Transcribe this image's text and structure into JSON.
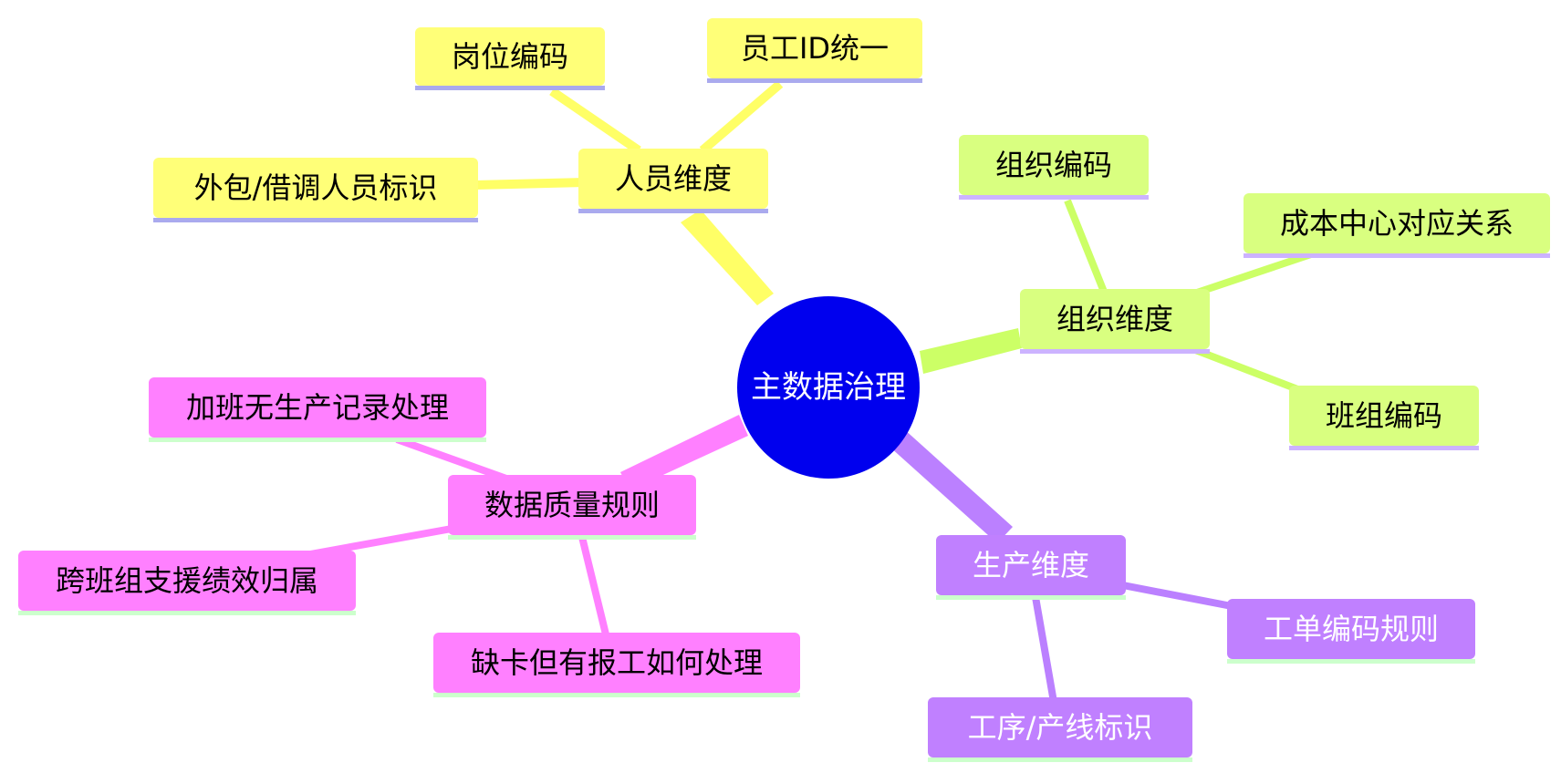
{
  "colors": {
    "root": "#0000ee",
    "people": "#ffff78",
    "people_edge": "#ffff66",
    "people_underline": "#aaaaee",
    "org": "#d9ff80",
    "org_edge": "#ccff66",
    "org_underline": "#ccb3ff",
    "prod": "#c080ff",
    "prod_edge": "#bb80ff",
    "prod_underline": "#ccffcc",
    "dq": "#ff80ff",
    "dq_edge": "#ff80ff",
    "dq_underline": "#ccffcc"
  },
  "root": {
    "label": "主数据治理"
  },
  "branches": [
    {
      "key": "people",
      "label": "人员维度",
      "children": [
        {
          "key": "post-code",
          "label": "岗位编码"
        },
        {
          "key": "employee-id",
          "label": "员工ID统一"
        },
        {
          "key": "outsourced-marking",
          "label": "外包/借调人员标识"
        }
      ]
    },
    {
      "key": "org",
      "label": "组织维度",
      "children": [
        {
          "key": "org-code",
          "label": "组织编码"
        },
        {
          "key": "cost-center",
          "label": "成本中心对应关系"
        },
        {
          "key": "team-code",
          "label": "班组编码"
        }
      ]
    },
    {
      "key": "prod",
      "label": "生产维度",
      "children": [
        {
          "key": "workorder-code",
          "label": "工单编码规则"
        },
        {
          "key": "process-line",
          "label": "工序/产线标识"
        }
      ]
    },
    {
      "key": "dq",
      "label": "数据质量规则",
      "children": [
        {
          "key": "overtime-no-record",
          "label": "加班无生产记录处理"
        },
        {
          "key": "cross-team-support",
          "label": "跨班组支援绩效归属"
        },
        {
          "key": "missing-punch",
          "label": "缺卡但有报工如何处理"
        }
      ]
    }
  ]
}
